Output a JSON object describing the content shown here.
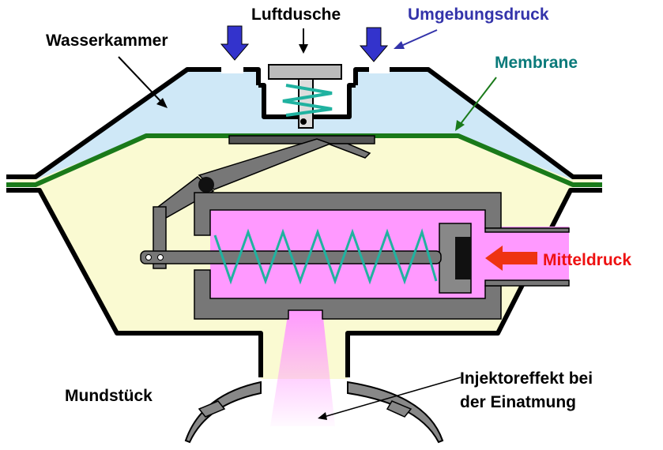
{
  "labels": {
    "wasserkammer": "Wasserkammer",
    "luftdusche": "Luftdusche",
    "umgebungsdruck": "Umgebungsdruck",
    "membrane": "Membrane",
    "mitteldruck": "Mitteldruck",
    "mundstueck": "Mundstück",
    "injektor_line1": "Injektoreffekt bei",
    "injektor_line2": "der Einatmung"
  },
  "colors": {
    "water": "#cfe8f7",
    "air": "#fafad2",
    "chamber": "#ff99ff",
    "spring": "#20b2a0",
    "membrane": "#1a7a1a",
    "umgebungsdruck_text": "#3333aa",
    "membrane_text": "#0a7a7a",
    "mitteldruck_text": "#ee1111",
    "pressure_arrow": "#3333cc",
    "mitteldruck_arrow": "#ee3311",
    "metal": "#777777"
  }
}
